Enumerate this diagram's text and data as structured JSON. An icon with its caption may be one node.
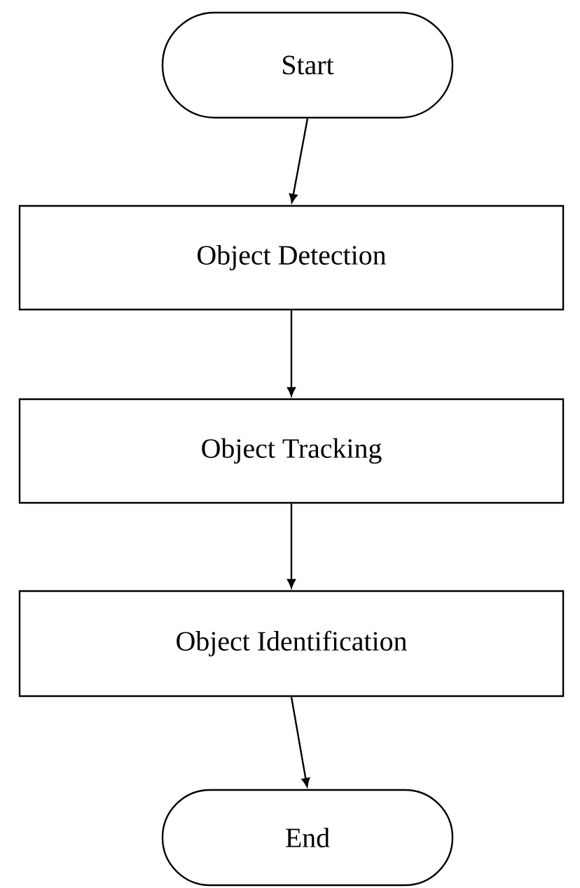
{
  "diagram": {
    "nodes": [
      {
        "text": [
          "Start"
        ]
      },
      {
        "text": [
          "Object Detection"
        ]
      },
      {
        "text": [
          "Object Tracking"
        ]
      },
      {
        "text": [
          "Object Identification"
        ]
      },
      {
        "text": [
          "End"
        ]
      }
    ],
    "edges": [
      {
        "from": 0,
        "to": 1,
        "arrow": "to"
      },
      {
        "from": 1,
        "to": 2,
        "arrow": "to"
      },
      {
        "from": 2,
        "to": 3,
        "arrow": "to"
      },
      {
        "from": 3,
        "to": 4,
        "arrow": "to"
      }
    ]
  }
}
